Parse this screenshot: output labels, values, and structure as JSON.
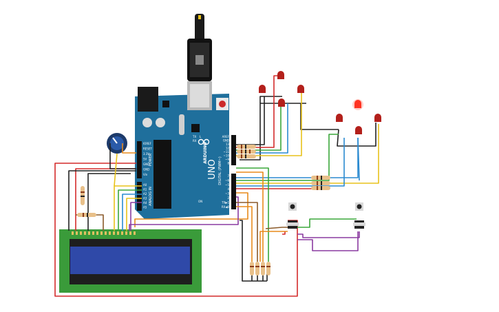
{
  "board": {
    "brand": "ARDUINO",
    "model": "UNO",
    "top_header_pins": [
      "AREF",
      "GND",
      "13",
      "12",
      "~11",
      "~10",
      "~9",
      "8"
    ],
    "digital_pins": [
      "7",
      "~6",
      "~5",
      "4",
      "~3",
      "2",
      "TX▶1",
      "RX◀0"
    ],
    "digital_label": "DIGITAL (PWM~)",
    "power_pins": [
      "IOREF",
      "RESET",
      "3.3V",
      "5V",
      "GND",
      "GND",
      "Vin"
    ],
    "power_label": "POWER",
    "analog_pins": [
      "A0",
      "A1",
      "A2",
      "A3",
      "A4",
      "A5"
    ],
    "analog_label": "ANALOG IN",
    "on_label": "ON",
    "tx_label": "TX",
    "rx_label": "RX",
    "l_label": "L"
  },
  "colors": {
    "board": "#1f6f9c",
    "lcd_pcb": "#3a9b3a",
    "lcd_screen": "#2f49a8",
    "led_red": "#b3201b",
    "led_lit": "#ff3322",
    "wire_red": "#d42a2a",
    "wire_black": "#222222",
    "wire_yellow": "#e8c21a",
    "wire_green": "#3aa73a",
    "wire_blue": "#2a8ad0",
    "wire_orange": "#e88a1a",
    "wire_purple": "#8a3aa0",
    "wire_brown": "#8a5a2a"
  }
}
